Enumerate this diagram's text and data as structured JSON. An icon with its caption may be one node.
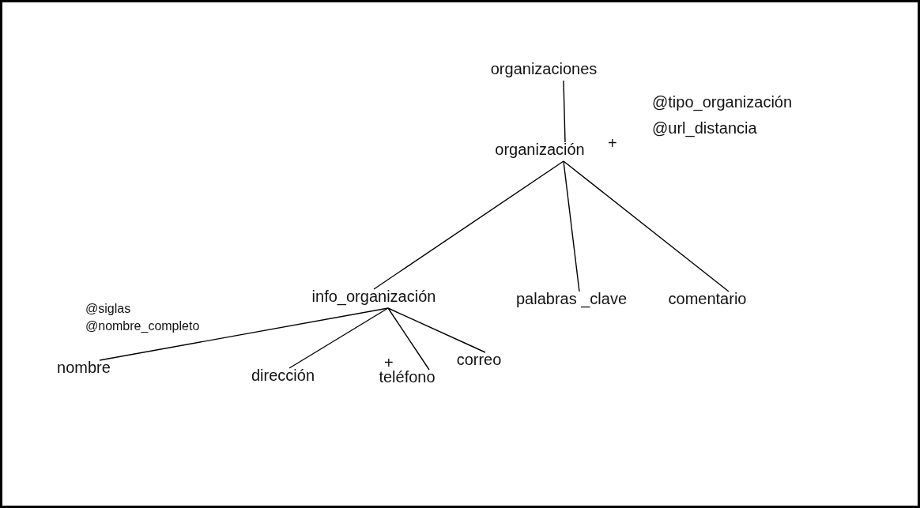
{
  "diagram": {
    "nodes": [
      {
        "text": [
          "organizaciones"
        ]
      },
      {
        "text": [
          "organización"
        ],
        "beside": [
          "+",
          "@tipo_organización",
          "@url_distancia"
        ]
      },
      {
        "text": [
          "info_organización"
        ]
      },
      {
        "text": [
          "palabras _clave"
        ]
      },
      {
        "text": [
          "comentario"
        ]
      },
      {
        "text": [
          "nombre"
        ],
        "beside": [
          "@siglas",
          "@nombre_completo"
        ]
      },
      {
        "text": [
          "dirección"
        ]
      },
      {
        "text": [
          "teléfono"
        ],
        "beside": [
          "+"
        ]
      },
      {
        "text": [
          "correo"
        ]
      }
    ],
    "edges": [
      {
        "from": 0,
        "to": 1,
        "arrow": "none"
      },
      {
        "from": 1,
        "to": 2,
        "arrow": "none"
      },
      {
        "from": 1,
        "to": 3,
        "arrow": "none"
      },
      {
        "from": 1,
        "to": 4,
        "arrow": "none"
      },
      {
        "from": 2,
        "to": 5,
        "arrow": "none"
      },
      {
        "from": 2,
        "to": 6,
        "arrow": "none"
      },
      {
        "from": 2,
        "to": 7,
        "arrow": "none"
      },
      {
        "from": 2,
        "to": 8,
        "arrow": "none"
      }
    ]
  }
}
